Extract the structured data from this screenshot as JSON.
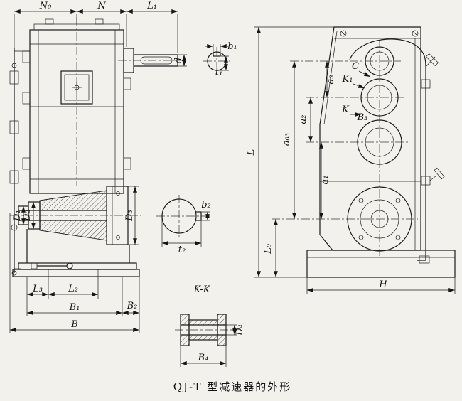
{
  "caption": "QJ-T 型减速器的外形",
  "colors": {
    "ink": "#1c1c1c",
    "paper": "#f2f1ec"
  },
  "front": {
    "n0": "N₀",
    "n": "N",
    "l1": "L₁",
    "d": "d",
    "d1": "D₁",
    "d2": "D₂",
    "d3": "D₃",
    "l3": "L₃",
    "l2": "L₂",
    "b1": "B₁",
    "b2": "B₂",
    "b": "B"
  },
  "keyway1": {
    "b1": "b₁",
    "t1": "t₁"
  },
  "keyway2": {
    "b2": "b₂",
    "t2": "t₂"
  },
  "kk": {
    "title": "K-K",
    "d4": "D₄",
    "b4": "B₄"
  },
  "side": {
    "l": "L",
    "l0": "L₀",
    "a03": "a₀₃",
    "a1": "a₁",
    "a2": "a₂",
    "a3": "a₃",
    "h": "H",
    "c": "C",
    "k1": "K₁",
    "k": "K",
    "b3": "B₃"
  }
}
